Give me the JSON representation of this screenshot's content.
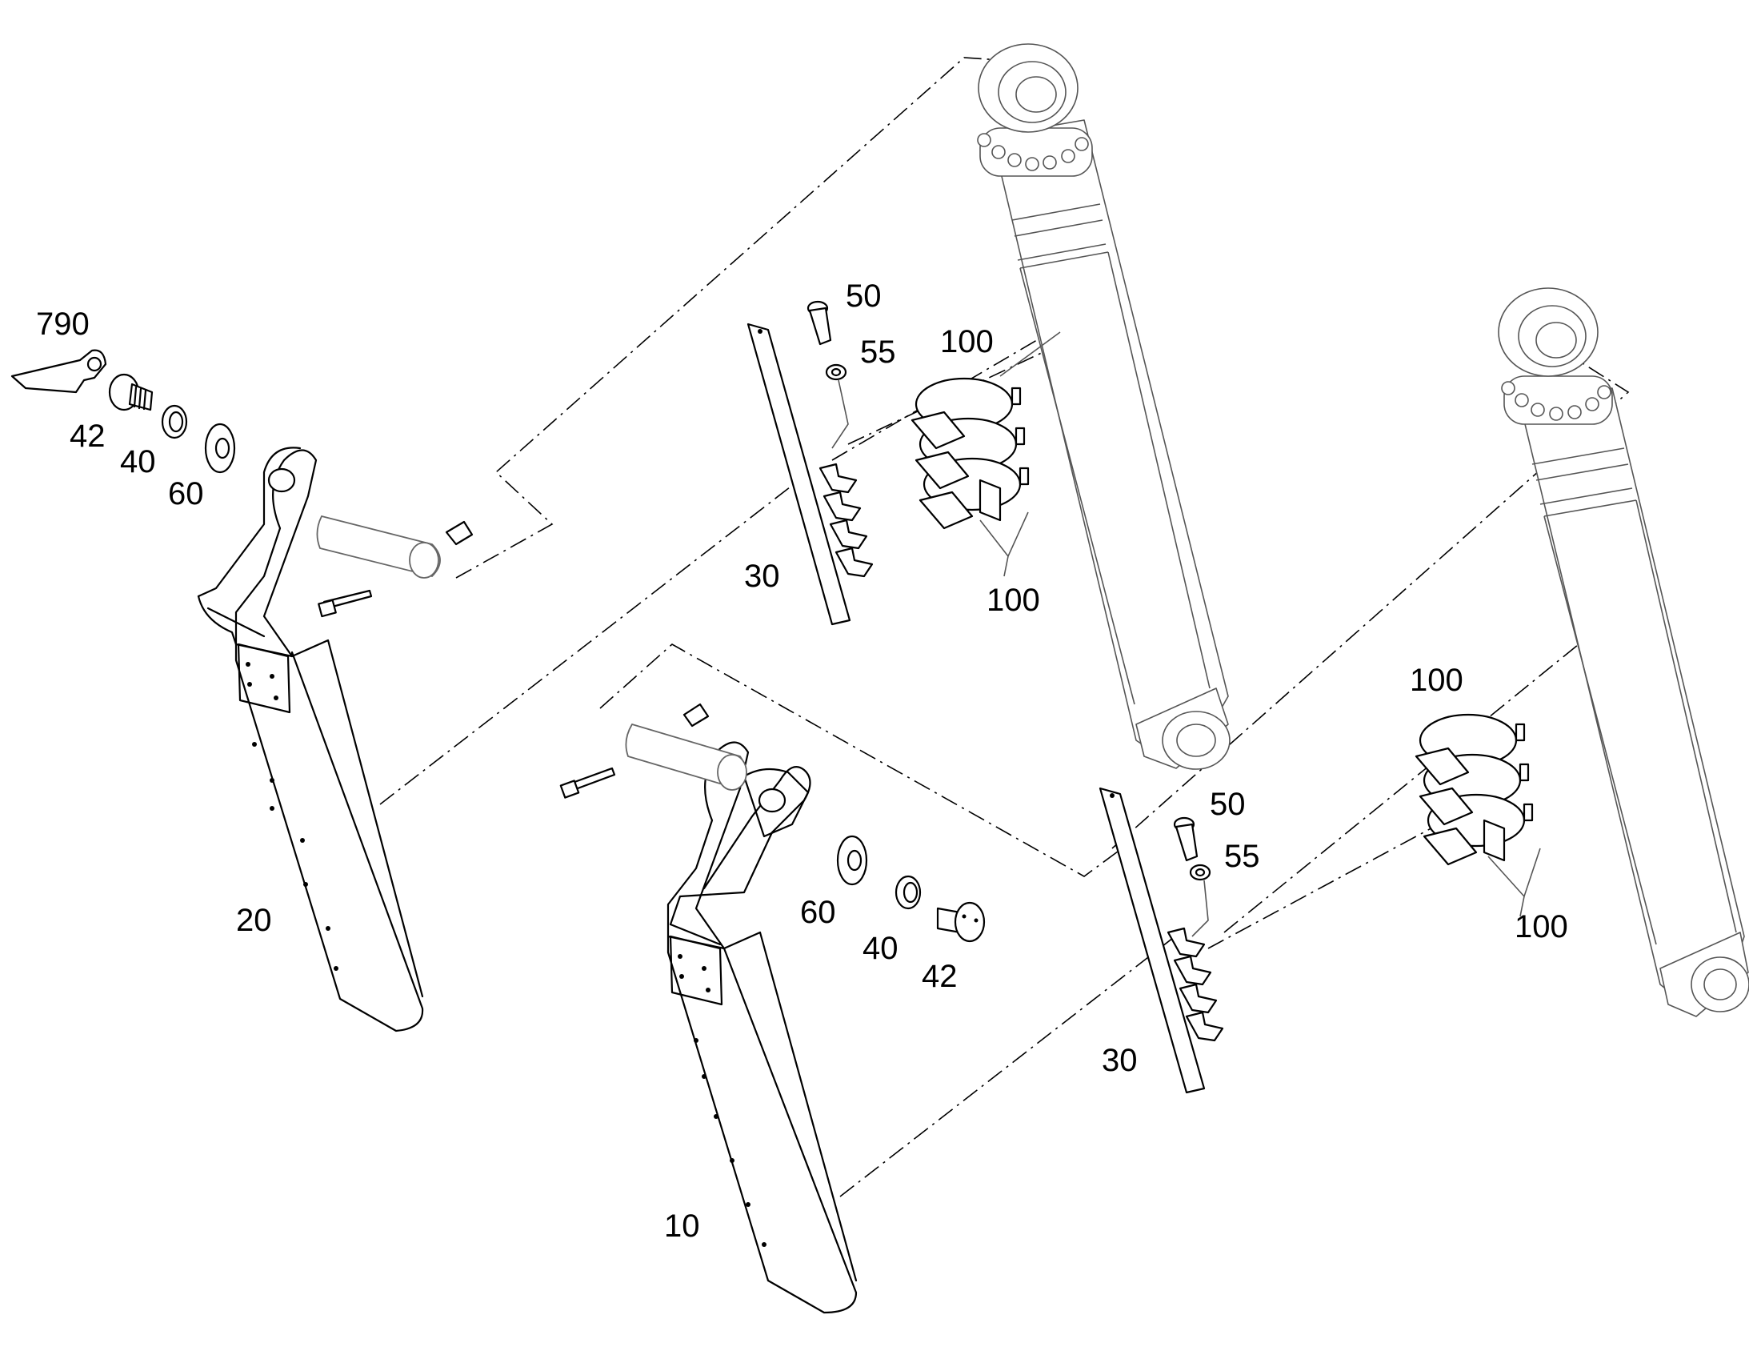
{
  "callouts": {
    "c790": "790",
    "c42a": "42",
    "c40a": "40",
    "c60a": "60",
    "c20": "20",
    "c50a": "50",
    "c55a": "55",
    "c30a": "30",
    "c100a": "100",
    "c100b": "100",
    "c60b": "60",
    "c40b": "40",
    "c42b": "42",
    "c10": "10",
    "c50b": "50",
    "c55b": "55",
    "c30b": "30",
    "c100c": "100",
    "c100d": "100"
  }
}
